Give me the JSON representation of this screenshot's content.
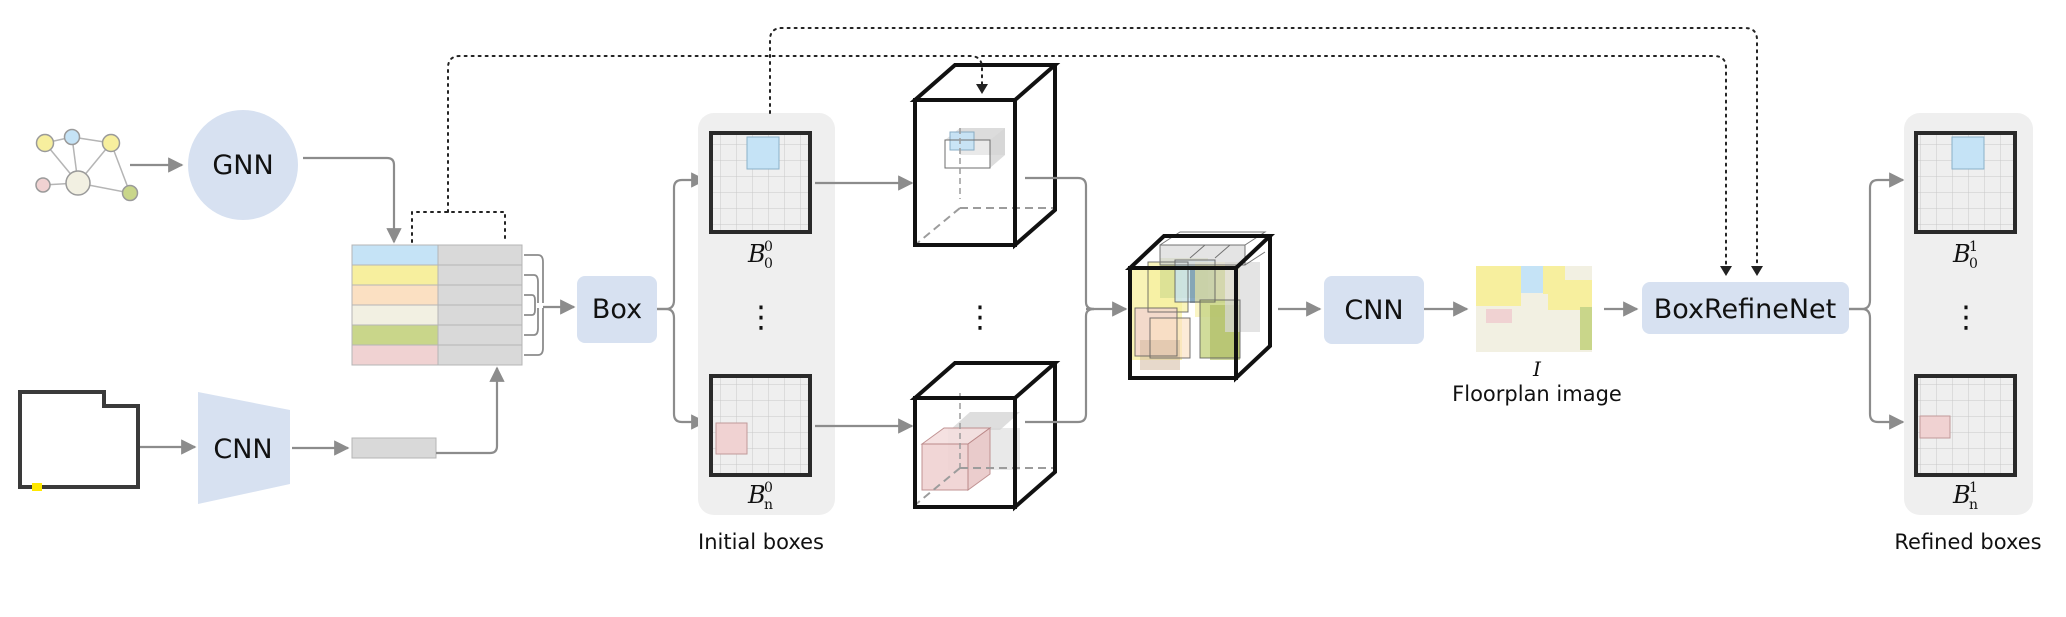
{
  "colors": {
    "node_fill": "#d7e1f1",
    "panel_bg": "#efefef",
    "arrow": "#8c8c8c",
    "room_blue": "#c5e3f6",
    "room_yellow": "#f7ef9e",
    "room_orange": "#fbe0c2",
    "room_cream": "#f2f0e2",
    "room_green": "#c9d68a",
    "room_pink": "#f0d2d2",
    "gray_cell": "#d9d9d9",
    "door_yellow": "#ffe800"
  },
  "icons": {
    "graph": "graph-icon",
    "floor_boundary": "floor-boundary-icon",
    "feature_table": "feature-table-icon",
    "box_grid": "box-grid-icon",
    "box_cube": "box-cube-icon",
    "vertical_ellipsis": "vertical-ellipsis-icon"
  },
  "nodes": {
    "gnn": "GNN",
    "cnn_encoder": "CNN",
    "box": "Box",
    "cnn_render": "CNN",
    "boxrefinenet": "BoxRefineNet"
  },
  "labels": {
    "initial_boxes": "Initial boxes",
    "refined_boxes": "Refined boxes",
    "floorplan_image": "Floorplan image",
    "floorplan_symbol": "I",
    "ellipsis": "⋮"
  },
  "box_symbols": {
    "letter": "B",
    "b0_sub": "0",
    "b0_sup": "0",
    "bn_sub": "n",
    "bn_sup": "0",
    "r0_sub": "0",
    "r0_sup": "1",
    "rn_sub": "n",
    "rn_sup": "1"
  }
}
